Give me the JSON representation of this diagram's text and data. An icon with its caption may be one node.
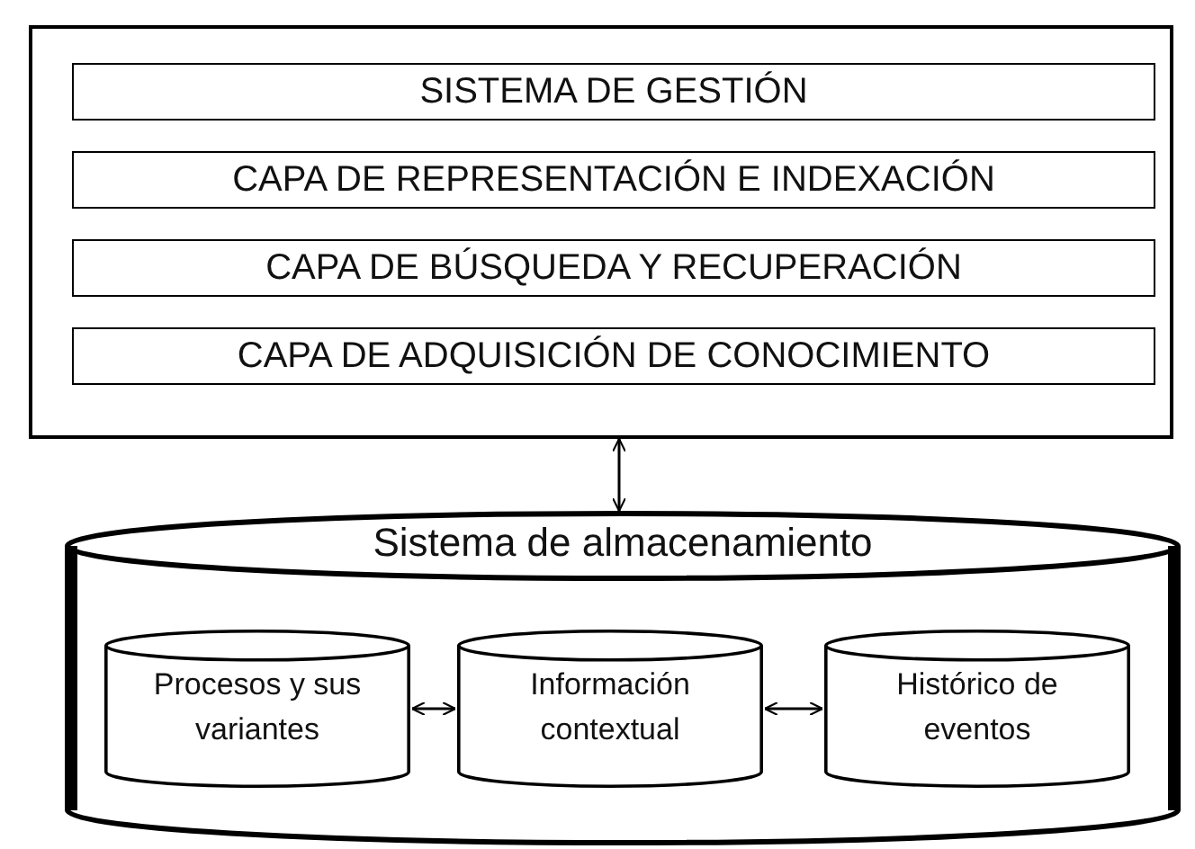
{
  "diagram": {
    "nodes": [
      {
        "text": [],
        "shape": "box"
      },
      {
        "text": [
          "SISTEMA DE GESTIÓN"
        ],
        "in": 0
      },
      {
        "text": [
          "CAPA DE REPRESENTACIÓN E INDEXACIÓN"
        ],
        "in": 0
      },
      {
        "text": [
          "CAPA DE BÚSQUEDA Y RECUPERACIÓN"
        ],
        "in": 0
      },
      {
        "text": [
          "CAPA DE ADQUISICIÓN DE CONOCIMIENTO"
        ],
        "in": 0
      },
      {
        "text": [
          "Sistema de almacenamiento"
        ]
      },
      {
        "text": [
          "Procesos y sus variantes"
        ],
        "in": 5
      },
      {
        "text": [
          "Información contextual"
        ],
        "in": 5
      },
      {
        "text": [
          "Histórico de eventos"
        ],
        "in": 5
      }
    ],
    "edges": [
      {
        "from": 0,
        "to": 5,
        "arrow": "both"
      },
      {
        "from": 6,
        "to": 7,
        "arrow": "both"
      },
      {
        "from": 7,
        "to": 8,
        "arrow": "both"
      }
    ]
  }
}
